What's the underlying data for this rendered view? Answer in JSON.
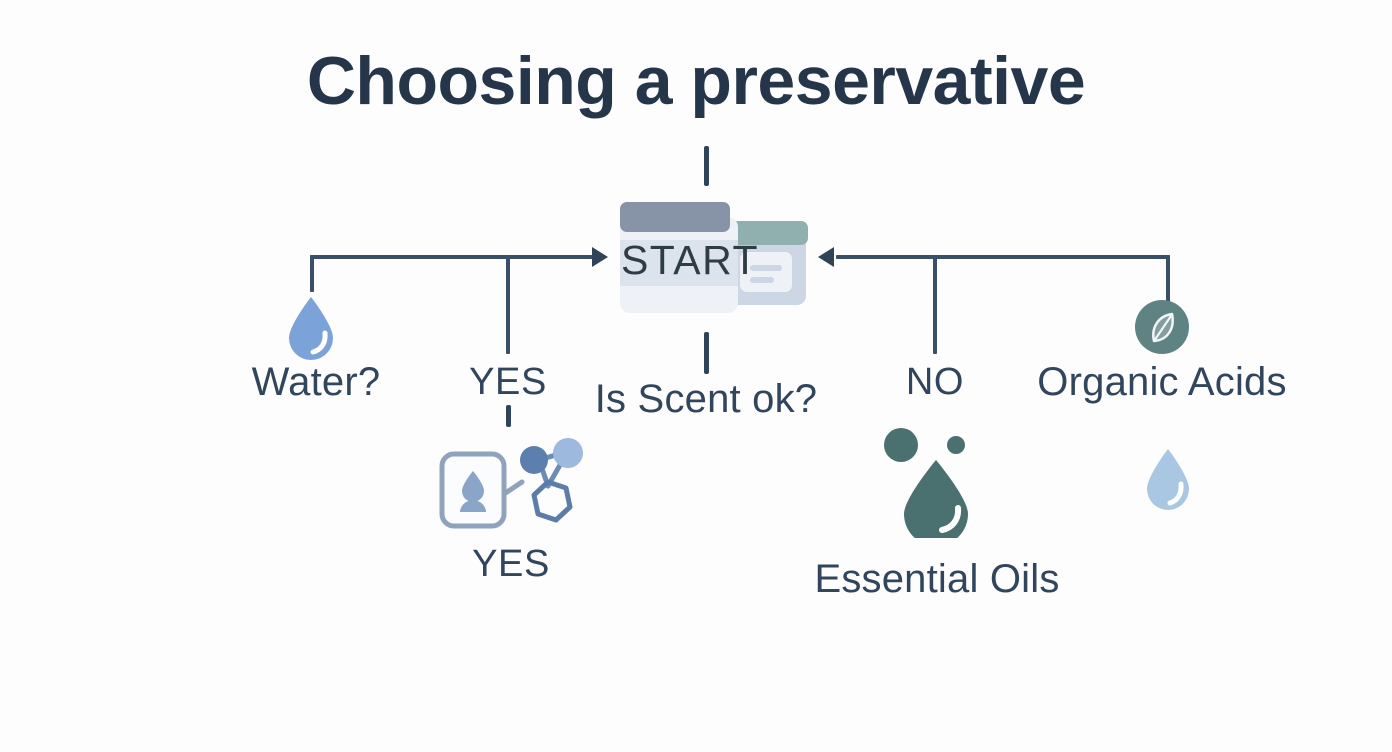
{
  "page": {
    "title": "Choosing a preservative",
    "background_color": "#fdfdfd",
    "ink_color": "#31465c",
    "connector_color": "#3a5068"
  },
  "start_node": {
    "label": "START",
    "icon": "preservative-jar-icon",
    "jar_lid_color": "#8794a8",
    "jar_body_color": "#eef1f6",
    "jar_band_color": "#dde3ec",
    "small_jar_lid_color": "#8fb0ae",
    "small_jar_body_color": "#ccd6e4"
  },
  "branches": {
    "left": {
      "decision_label": "Water?",
      "decision_icon": "water-droplet-icon",
      "decision_icon_color": "#7ba3d9",
      "answer_label": "YES",
      "outcome_label": "YES",
      "outcome_icon": "water-molecule-icon",
      "outcome_icon_color": "#8fa3bd"
    },
    "center": {
      "decision_label": "Is Scent ok?"
    },
    "right": {
      "answer_label": "NO",
      "outcome_label": "Essential Oils",
      "outcome_icon": "essential-oil-droplet-icon",
      "outcome_icon_color": "#4a7070",
      "alt_label": "Organic Acids",
      "alt_icon": "leaf-circle-icon",
      "alt_icon_color": "#5f8283",
      "extra_icon": "light-water-droplet-icon",
      "extra_icon_color": "#a9c7e2"
    }
  }
}
